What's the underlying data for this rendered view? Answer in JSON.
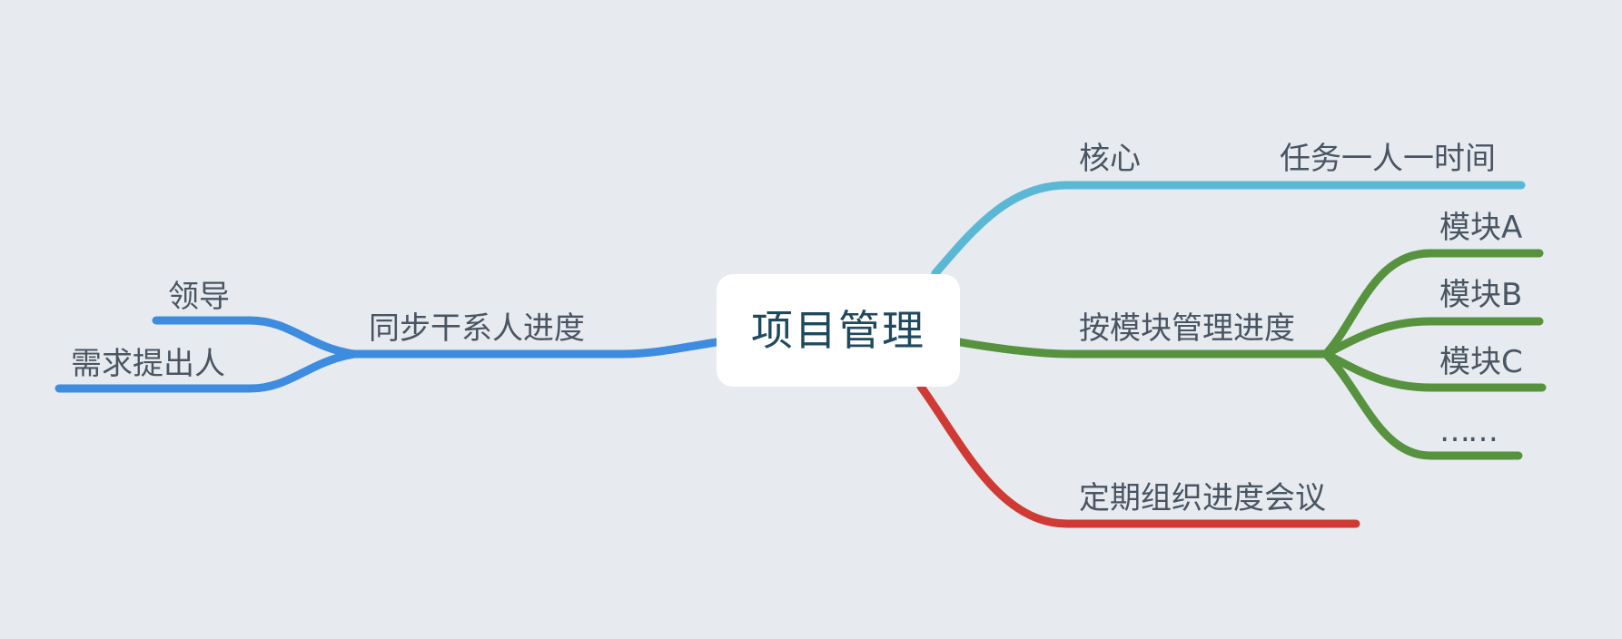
{
  "central_topic": "项目管理",
  "branch_colors": {
    "core": "#5bb8d4",
    "module": "#57923f",
    "meeting": "#cf3a35",
    "sync": "#3d8ce0"
  },
  "branches": {
    "core": {
      "label": "核心",
      "children": [
        "任务一人一时间"
      ]
    },
    "module": {
      "label": "按模块管理进度",
      "children": [
        "模块A",
        "模块B",
        "模块C",
        "……"
      ]
    },
    "meeting": {
      "label": "定期组织进度会议"
    },
    "sync": {
      "label": "同步干系人进度",
      "children": [
        "领导",
        "需求提出人"
      ]
    }
  }
}
